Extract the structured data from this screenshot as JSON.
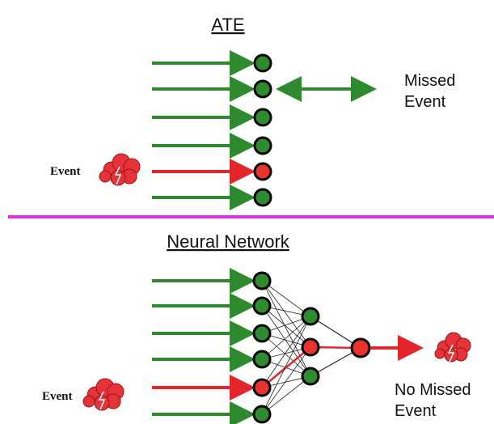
{
  "ate": {
    "title": "ATE",
    "event_label": "Event",
    "missed_line1": "Missed",
    "missed_line2": "Event"
  },
  "neural_network": {
    "title": "Neural Network",
    "event_label": "Event",
    "no_missed_line1": "No Missed",
    "no_missed_line2": "Event"
  },
  "colors": {
    "green_arrow": "#2f8a2f",
    "red_arrow": "#e3262b",
    "node_green": "#2e8b2e",
    "node_red": "#e8332e",
    "divider": "#e233e0",
    "cloud_red": "#e4343a"
  }
}
